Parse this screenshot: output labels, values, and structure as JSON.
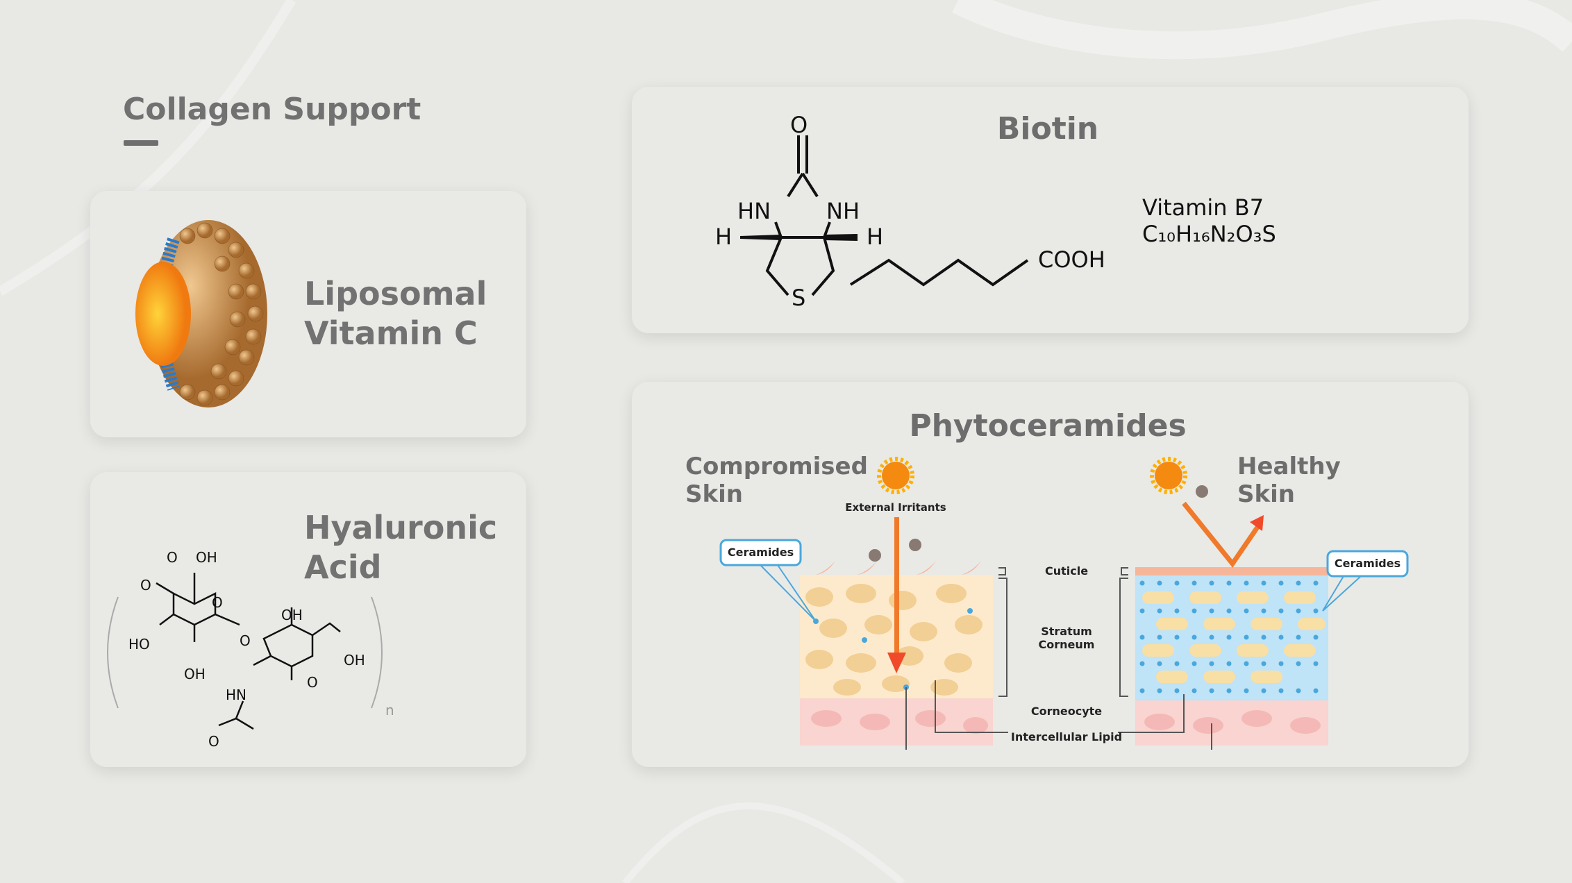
{
  "header": {
    "title": "Collagen Support"
  },
  "cards": {
    "liposomal": {
      "label_line1": "Liposomal",
      "label_line2": "Vitamin C"
    },
    "hyaluronic": {
      "label_line1": "Hyaluronic",
      "label_line2": "Acid",
      "atoms": {
        "o1": "O",
        "oh1": "OH",
        "o2": "O",
        "ho": "HO",
        "oh2": "OH",
        "o3": "O",
        "oh3": "OH",
        "oh4": "OH",
        "o4": "O",
        "hn": "HN",
        "o5": "O",
        "n": "n"
      }
    },
    "biotin": {
      "title": "Biotin",
      "subtitle": "Vitamin B7",
      "formula": "C₁₀H₁₆N₂O₃S",
      "atoms": {
        "o": "O",
        "hn": "HN",
        "nh": "NH",
        "h1": "H",
        "h2": "H",
        "s": "S",
        "cooh": "COOH"
      }
    },
    "phyto": {
      "title": "Phytoceramides",
      "compromised": "Compromised Skin",
      "healthy": "Healthy Skin",
      "external": "External Irritants",
      "ceramides_left": "Ceramides",
      "ceramides_right": "Ceramides",
      "cuticle": "Cuticle",
      "stratum": "Stratum Corneum",
      "corneocyte": "Corneocyte",
      "lipid": "Intercellular Lipid"
    }
  },
  "colors": {
    "accent_orange": "#f06a2a",
    "lipid_blue": "#4aa7dc",
    "cell_tan": "#f2cf95"
  }
}
